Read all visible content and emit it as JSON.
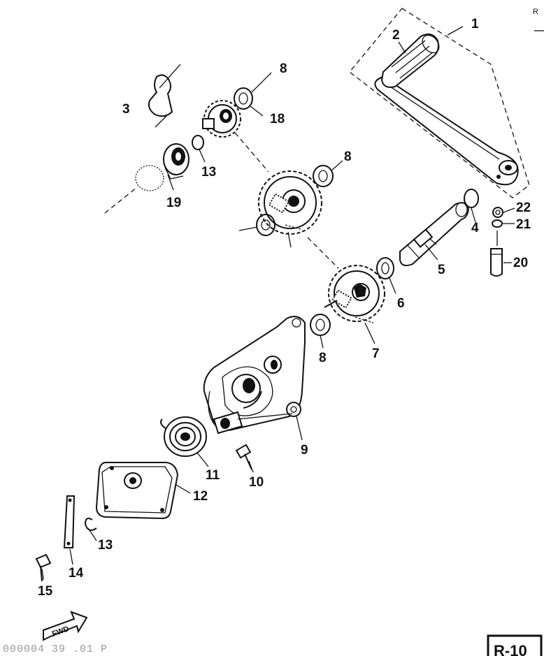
{
  "corner_text": "R",
  "fwd_label": "FWD",
  "ref_code": "000004 39 .01 P",
  "page_code": "R-10",
  "labels": [
    {
      "id": "1",
      "text": "1"
    },
    {
      "id": "2",
      "text": "2"
    },
    {
      "id": "3",
      "text": "3"
    },
    {
      "id": "4",
      "text": "4"
    },
    {
      "id": "5",
      "text": "5"
    },
    {
      "id": "6",
      "text": "6"
    },
    {
      "id": "7",
      "text": "7"
    },
    {
      "id": "8a",
      "text": "8"
    },
    {
      "id": "8b",
      "text": "8"
    },
    {
      "id": "8c",
      "text": "8"
    },
    {
      "id": "9",
      "text": "9"
    },
    {
      "id": "10",
      "text": "10"
    },
    {
      "id": "11",
      "text": "11"
    },
    {
      "id": "12",
      "text": "12"
    },
    {
      "id": "13a",
      "text": "13"
    },
    {
      "id": "13b",
      "text": "13"
    },
    {
      "id": "14",
      "text": "14"
    },
    {
      "id": "15",
      "text": "15"
    },
    {
      "id": "18",
      "text": "18"
    },
    {
      "id": "19",
      "text": "19"
    },
    {
      "id": "20",
      "text": "20"
    },
    {
      "id": "21",
      "text": "21"
    },
    {
      "id": "22",
      "text": "22"
    }
  ]
}
